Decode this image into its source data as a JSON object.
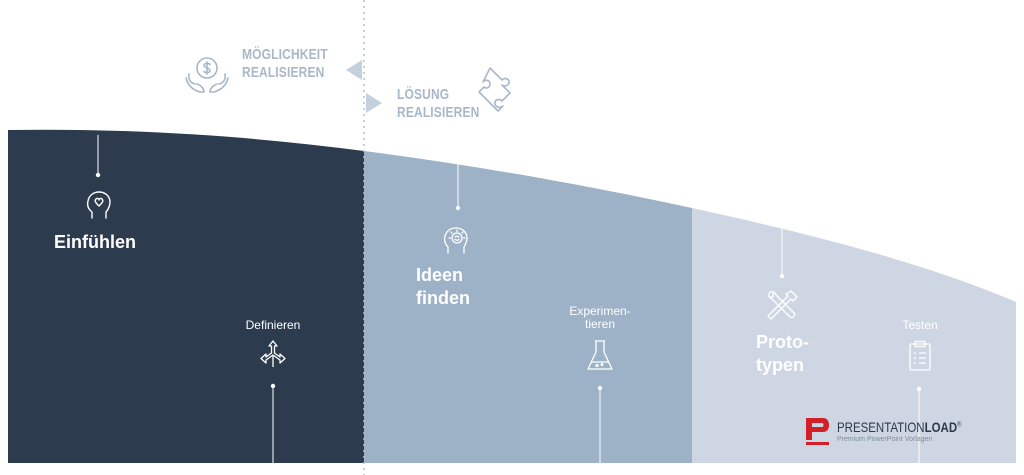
{
  "headings": {
    "moeglichkeit": [
      "MÖGLICHKEIT",
      "REALISIEREN"
    ],
    "loesung": [
      "LÖSUNG",
      "REALISIEREN"
    ]
  },
  "steps": {
    "einfuehlen": "Einfühlen",
    "definieren": "Definieren",
    "ideen": [
      "Ideen",
      "finden"
    ],
    "experimentieren": [
      "Experimen-",
      "tieren"
    ],
    "prototypen": [
      "Proto-",
      "typen"
    ],
    "testen": "Testen"
  },
  "icons": {
    "money_hands": "money-hands-icon",
    "puzzle": "puzzle-icon",
    "heart_head": "heart-head-icon",
    "arrows": "split-arrows-icon",
    "brain_bulb": "brain-bulb-icon",
    "flask": "flask-icon",
    "tools": "tools-icon",
    "clipboard": "clipboard-icon"
  },
  "logo": {
    "brand_light": "PRESENTATION",
    "brand_bold": "LOAD",
    "mark": "®",
    "tagline": "Premium PowerPoint Vorlagen"
  },
  "colors": {
    "dark": "#2c3b4e",
    "mid": "#9db1c7",
    "light": "#cdd6e2",
    "heading": "#a8b7c9",
    "logo_red": "#d32027"
  }
}
